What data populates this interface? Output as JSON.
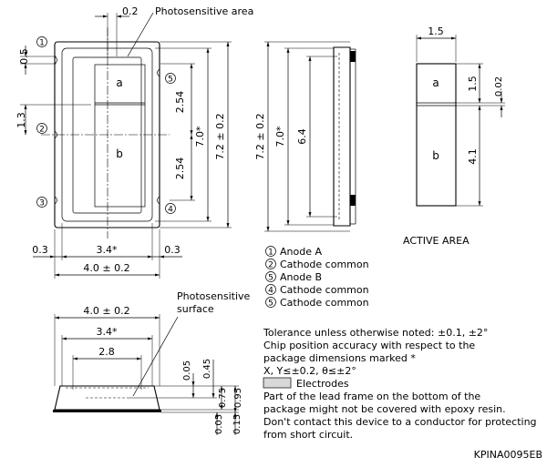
{
  "top_view": {
    "dim_top_gap": "0.2",
    "photosensitive_area_label": "Photosensitive area",
    "pin1": "1",
    "pin2": "2",
    "pin3": "3",
    "pin4": "4",
    "pin5": "5",
    "dim_05": "0.5",
    "dim_13": "1.3",
    "region_a": "a",
    "region_b": "b",
    "dim_254_upper": "2.54",
    "dim_254_lower": "2.54",
    "dim_70": "7.0*",
    "dim_72": "7.2 ± 0.2",
    "dim_03_left": "0.3",
    "dim_34": "3.4*",
    "dim_03_right": "0.3",
    "dim_40": "4.0 ± 0.2"
  },
  "side_view": {
    "dim_72": "7.2 ± 0.2",
    "dim_70": "7.0*",
    "dim_64": "6.4"
  },
  "active_area": {
    "dim_15_width": "1.5",
    "region_a": "a",
    "region_b": "b",
    "dim_15_height": "1.5",
    "dim_002": "0.02",
    "dim_41": "4.1",
    "title": "ACTIVE AREA"
  },
  "legend": {
    "items": [
      {
        "num": "1",
        "label": "Anode A"
      },
      {
        "num": "2",
        "label": "Cathode common"
      },
      {
        "num": "5",
        "label": "Anode B"
      },
      {
        "num": "4",
        "label": "Cathode common"
      },
      {
        "num": "5",
        "label": "Cathode common"
      }
    ]
  },
  "bottom_view": {
    "dim_40": "4.0 ± 0.2",
    "photosensitive_surface_line1": "Photosensitive",
    "photosensitive_surface_line2": "surface",
    "dim_34": "3.4*",
    "dim_28": "2.8",
    "dim_005_top": "0.05",
    "dim_045": "0.45",
    "dim_075": "0.75",
    "dim_095": "0.95",
    "dim_005_bottom": "0.05",
    "dim_015": "0.15"
  },
  "notes": {
    "line1": "Tolerance unless otherwise noted: ±0.1, ±2°",
    "line2": "Chip position accuracy with respect to the",
    "line3": "package dimensions marked *",
    "line4": "X, Y≤±0.2, θ≤±2°",
    "electrodes_label": "Electrodes",
    "line5": "Part of the lead frame on the bottom of the",
    "line6": "package might not be covered with epoxy resin.",
    "line7": "Don't contact this device to a conductor for protecting",
    "line8": "from short circuit."
  },
  "doc_code": "KPINA0095EB"
}
